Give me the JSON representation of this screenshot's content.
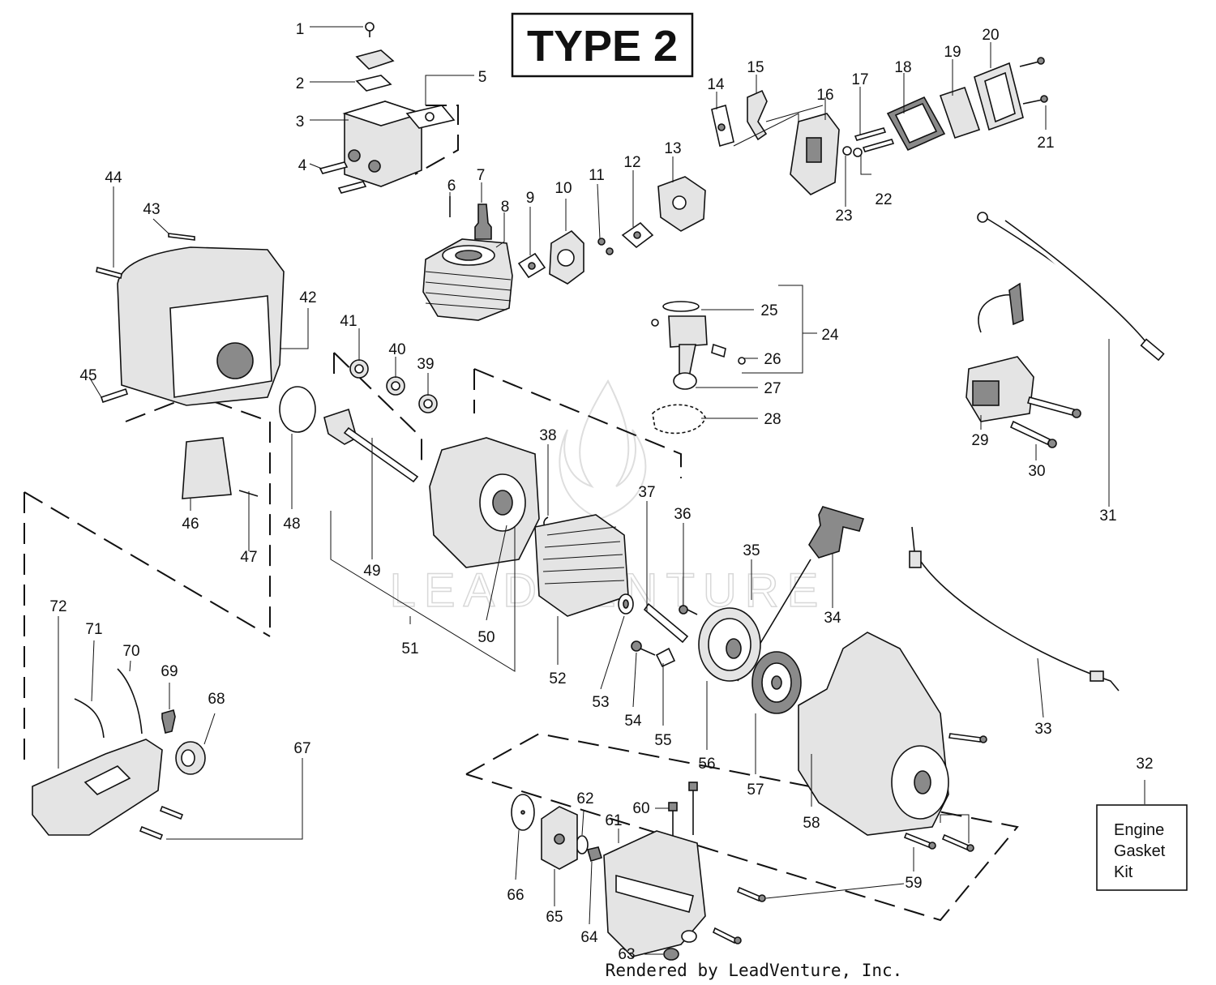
{
  "title": "TYPE 2",
  "watermark": "LEADVENTURE",
  "footer": "Rendered by LeadVenture, Inc.",
  "kit_box": {
    "number": "32",
    "lines": [
      "Engine",
      "Gasket",
      "Kit"
    ]
  },
  "part_numbers": [
    "1",
    "2",
    "3",
    "4",
    "5",
    "6",
    "7",
    "8",
    "9",
    "10",
    "11",
    "12",
    "13",
    "14",
    "15",
    "16",
    "17",
    "18",
    "19",
    "20",
    "21",
    "22",
    "23",
    "24",
    "25",
    "26",
    "27",
    "28",
    "29",
    "30",
    "31",
    "33",
    "34",
    "35",
    "36",
    "37",
    "38",
    "39",
    "40",
    "41",
    "42",
    "43",
    "44",
    "45",
    "46",
    "47",
    "48",
    "49",
    "50",
    "51",
    "52",
    "53",
    "54",
    "55",
    "56",
    "57",
    "58",
    "59",
    "60",
    "61",
    "62",
    "63",
    "64",
    "65",
    "66",
    "67",
    "68",
    "69",
    "70",
    "71",
    "72"
  ]
}
